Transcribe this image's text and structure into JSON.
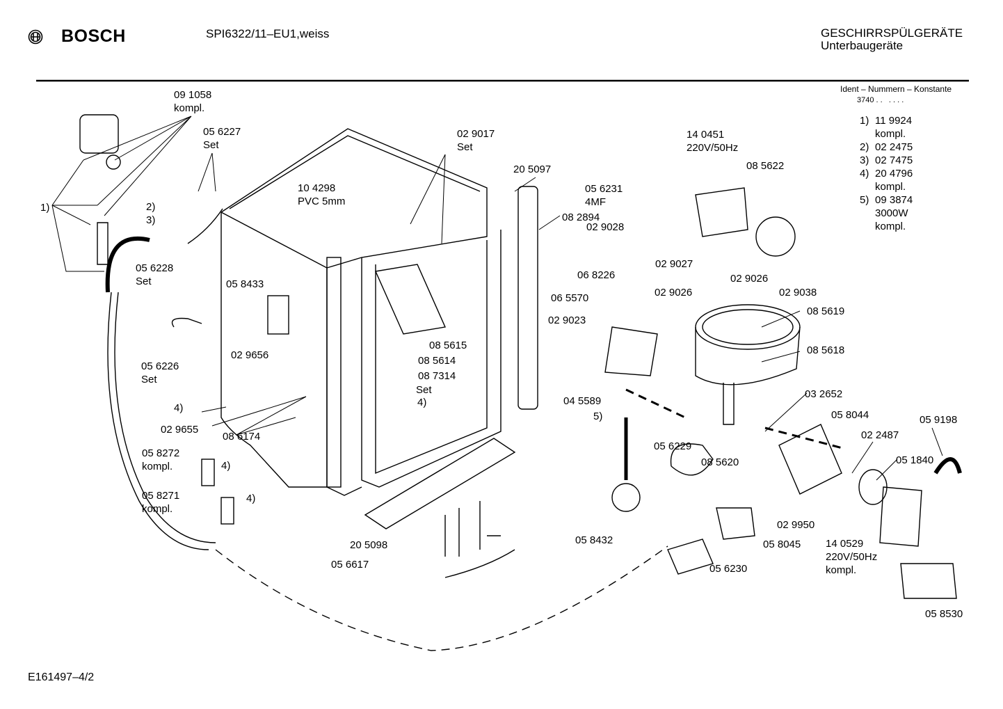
{
  "header": {
    "brand": "BOSCH",
    "model": "SPI6322/11–EU1,weiss",
    "category": "GESCHIRRSPÜLGERÄTE",
    "subcategory": "Unterbaugeräte"
  },
  "legend": {
    "title": "Ident – Nummern – Konstante",
    "constant": "3740 . .   . . . .",
    "items": [
      {
        "key": "1)",
        "lines": [
          "11 9924",
          "kompl."
        ]
      },
      {
        "key": "2)",
        "lines": [
          "02 2475"
        ]
      },
      {
        "key": "3)",
        "lines": [
          "02 7475"
        ]
      },
      {
        "key": "4)",
        "lines": [
          "20 4796",
          "kompl."
        ]
      },
      {
        "key": "5)",
        "lines": [
          "09 3874",
          "3000W",
          "kompl."
        ]
      }
    ]
  },
  "labels": [
    "09 1058\nkompl.",
    "05 6227\nSet",
    "02 9017\nSet",
    "20 5097",
    "14 0451\n220V/50Hz",
    "08 5622",
    "05 6231\n4MF",
    "10 4298\nPVC 5mm",
    "1)",
    "2)",
    "3)",
    "02 9028",
    "02 9027",
    "02 9026",
    "02 9038",
    "05 6228\nSet",
    "08 2894",
    "06 8226",
    "05 8433",
    "02 9026",
    "06 5570",
    "08 5619",
    "02 9023",
    "05 6226\nSet",
    "02 9656",
    "08 5615",
    "08 5614",
    "08 7314",
    "Set",
    "4)",
    "08 5618",
    "03 2652",
    "04 5589",
    "5)",
    "4)",
    "02 9655",
    "08 6174",
    "05 8044",
    "05 9198",
    "02 2487",
    "05 6229",
    "08 5620",
    "05 1840",
    "05 8272\nkompl.",
    "4)",
    "05 8271\nkompl.",
    "4)",
    "02 9950",
    "05 8045",
    "05 8432",
    "20 5098",
    "05 6617",
    "14 0529\n220V/50Hz\nkompl.",
    "05 6230",
    "05 8530"
  ],
  "footer": {
    "drawing_id": "E161497–4/2"
  }
}
